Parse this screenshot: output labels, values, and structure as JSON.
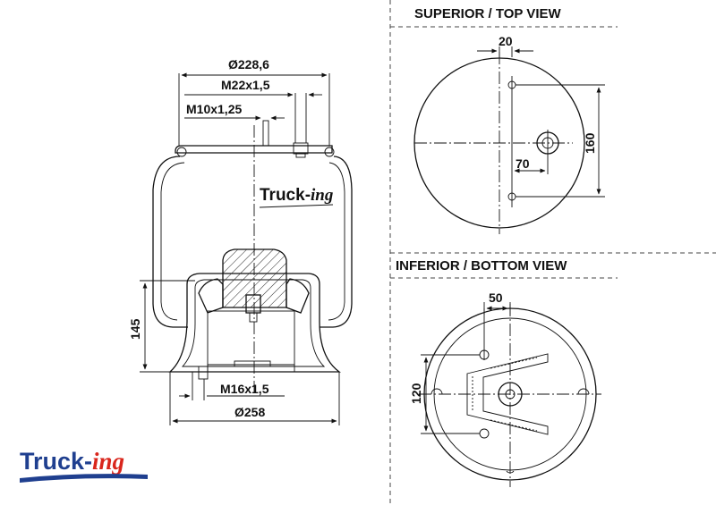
{
  "side_view": {
    "dim_top_diameter": "Ø228,6",
    "dim_thread_large": "M22x1,5",
    "dim_thread_small": "M10x1,25",
    "dim_height": "145",
    "dim_bottom_thread": "M16x1,5",
    "dim_bottom_diameter": "Ø258"
  },
  "top_view": {
    "title": "SUPERIOR / TOP VIEW",
    "dim_offset": "20",
    "dim_horizontal": "70",
    "dim_vertical": "160"
  },
  "bottom_view": {
    "title": "INFERIOR / BOTTOM VIEW",
    "dim_offset": "50",
    "dim_vertical": "120"
  },
  "brand": {
    "logo_main": "Truck-",
    "logo_suffix": "ing",
    "primary_color": "#1f3f8f",
    "accent_color": "#d9261c"
  }
}
